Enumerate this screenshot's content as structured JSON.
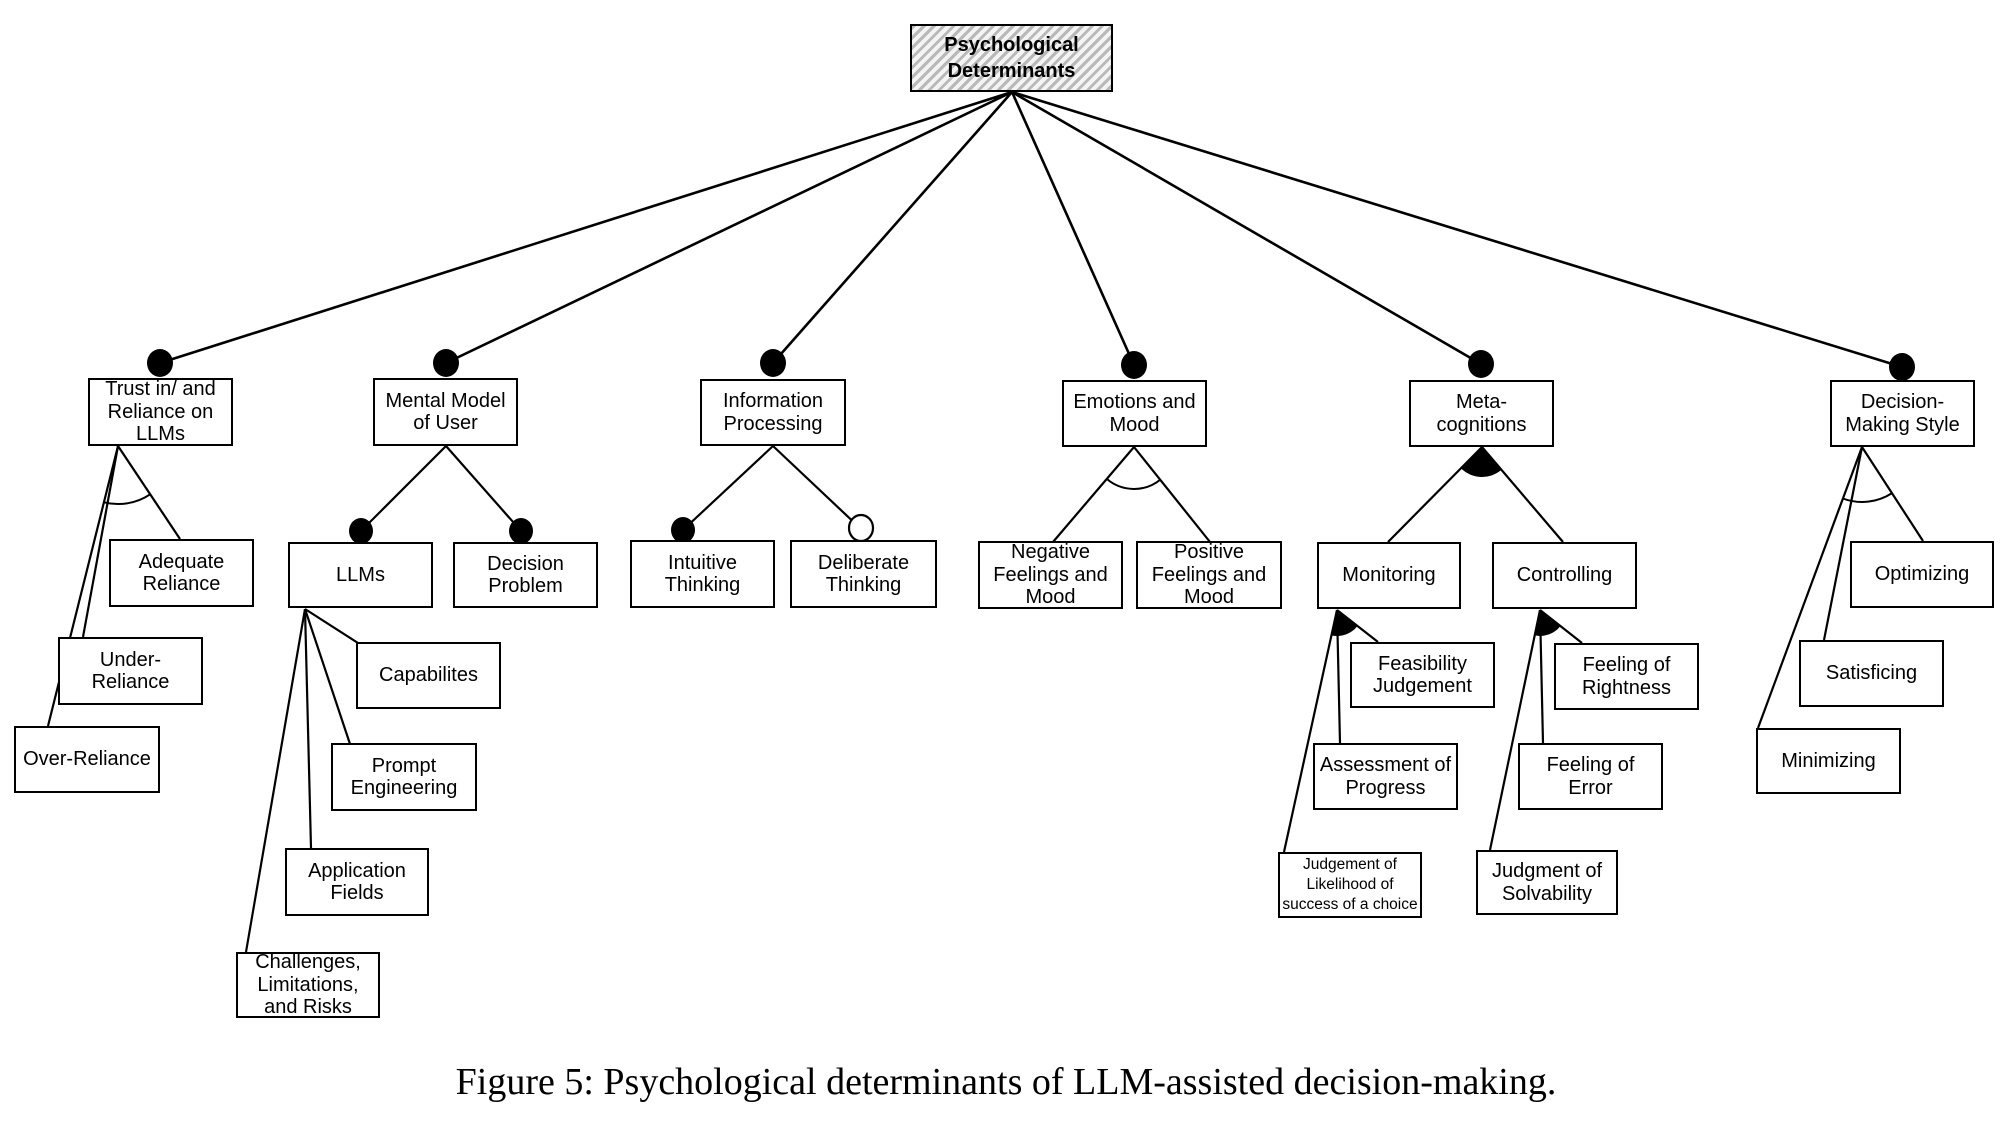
{
  "caption": "Figure 5: Psychological determinants of LLM-assisted decision-making.",
  "colors": {
    "line": "#000000",
    "box_border": "#000000",
    "box_fill": "#ffffff",
    "root_hatch_gray": "#b9b9b9",
    "root_hatch_light": "#f4f4f4",
    "text": "#000000"
  },
  "nodes": {
    "root": {
      "label": "Psychological\nDeterminants"
    },
    "trust": {
      "label": "Trust in/ and\nReliance on\nLLMs"
    },
    "adequate": {
      "label": "Adequate\nReliance"
    },
    "under": {
      "label": "Under-\nReliance"
    },
    "over": {
      "label": "Over-Reliance"
    },
    "mental": {
      "label": "Mental Model\nof User"
    },
    "llms": {
      "label": "LLMs"
    },
    "decision_problem": {
      "label": "Decision\nProblem"
    },
    "capabilites": {
      "label": "Capabilites"
    },
    "prompt": {
      "label": "Prompt\nEngineering"
    },
    "application": {
      "label": "Application\nFields"
    },
    "challenges": {
      "label": "Challenges,\nLimitations,\nand Risks"
    },
    "info": {
      "label": "Information\nProcessing"
    },
    "intuitive": {
      "label": "Intuitive\nThinking"
    },
    "deliberate": {
      "label": "Deliberate\nThinking"
    },
    "emotions": {
      "label": "Emotions and\nMood"
    },
    "negative": {
      "label": "Negative\nFeelings and\nMood"
    },
    "positive": {
      "label": "Positive\nFeelings and\nMood"
    },
    "meta": {
      "label": "Meta-\ncognitions"
    },
    "monitoring": {
      "label": "Monitoring"
    },
    "controlling": {
      "label": "Controlling"
    },
    "feasibility": {
      "label": "Feasibility\nJudgement"
    },
    "assessment": {
      "label": "Assessment of\nProgress"
    },
    "likelihood": {
      "label": "Judgement of\nLikelihood of\nsuccess of a choice"
    },
    "rightness": {
      "label": "Feeling of\nRightness"
    },
    "error": {
      "label": "Feeling of\nError"
    },
    "solvability": {
      "label": "Judgment of\nSolvability"
    },
    "dms": {
      "label": "Decision-\nMaking Style"
    },
    "optimizing": {
      "label": "Optimizing"
    },
    "satisficing": {
      "label": "Satisficing"
    },
    "minimizing": {
      "label": "Minimizing"
    }
  },
  "edges": [
    [
      "root",
      "trust"
    ],
    [
      "root",
      "mental"
    ],
    [
      "root",
      "info"
    ],
    [
      "root",
      "emotions"
    ],
    [
      "root",
      "meta"
    ],
    [
      "root",
      "dms"
    ],
    [
      "trust",
      "adequate"
    ],
    [
      "trust",
      "under"
    ],
    [
      "trust",
      "over"
    ],
    [
      "mental",
      "llms"
    ],
    [
      "mental",
      "decision_problem"
    ],
    [
      "llms",
      "capabilites"
    ],
    [
      "llms",
      "prompt"
    ],
    [
      "llms",
      "application"
    ],
    [
      "llms",
      "challenges"
    ],
    [
      "info",
      "intuitive"
    ],
    [
      "info",
      "deliberate"
    ],
    [
      "emotions",
      "negative"
    ],
    [
      "emotions",
      "positive"
    ],
    [
      "meta",
      "monitoring"
    ],
    [
      "meta",
      "controlling"
    ],
    [
      "monitoring",
      "feasibility"
    ],
    [
      "monitoring",
      "assessment"
    ],
    [
      "monitoring",
      "likelihood"
    ],
    [
      "controlling",
      "rightness"
    ],
    [
      "controlling",
      "error"
    ],
    [
      "controlling",
      "solvability"
    ],
    [
      "dms",
      "optimizing"
    ],
    [
      "dms",
      "satisficing"
    ],
    [
      "dms",
      "minimizing"
    ]
  ],
  "notation": {
    "filled_dot_nodes": [
      "trust",
      "mental",
      "info",
      "emotions",
      "meta",
      "dms",
      "llms",
      "decision_problem",
      "intuitive"
    ],
    "open_dot_nodes": [
      "deliberate"
    ],
    "arc_fan_parents": [
      "trust",
      "emotions",
      "dms"
    ],
    "filled_wedge_fan_parents": [
      "meta",
      "monitoring",
      "controlling"
    ]
  }
}
